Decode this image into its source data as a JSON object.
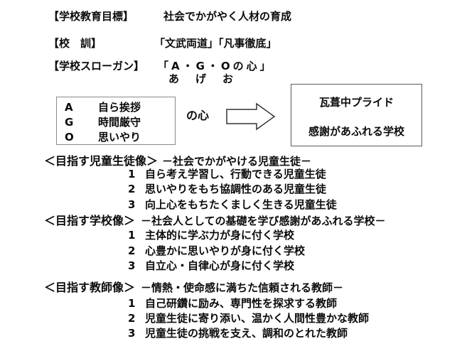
{
  "page": {
    "background": "#ffffff",
    "text_color": "#0b0b0b",
    "box_border_color": "#5a5a5a"
  },
  "header": {
    "goal_label": "【学校教育目標】",
    "goal_value": "社会でかがやく人材の育成",
    "motto_label": "【校　訓】",
    "motto_value": "「文武両道」「凡事徹底」",
    "slogan_label": "【学校スローガン】",
    "slogan_value": "「A・G・Oの心」",
    "slogan_ruby": "あ　げ　お"
  },
  "ago_box": {
    "items": [
      {
        "letter": "A",
        "meaning": "自ら挨拶"
      },
      {
        "letter": "G",
        "meaning": "時間厳守"
      },
      {
        "letter": "O",
        "meaning": "思いやり"
      }
    ],
    "suffix": "の心"
  },
  "icons": {
    "arrow": "block-arrow-right"
  },
  "pride_box": {
    "line1": "瓦葺中プライド",
    "line2": "感謝があふれる学校"
  },
  "sections": [
    {
      "title": "＜目指す児童生徒像＞",
      "subtitle": "－社会でかがやける児童生徒－",
      "items": [
        {
          "num": "1",
          "text": "自ら考え学習し、行動できる児童生徒"
        },
        {
          "num": "2",
          "text": "思いやりをもち協調性のある児童生徒"
        },
        {
          "num": "3",
          "text": "向上心をもちたくましく生きる児童生徒"
        }
      ]
    },
    {
      "title": "＜目指す学校像＞",
      "subtitle": "－社会人としての基礎を学び感謝があふれる学校－",
      "items": [
        {
          "num": "1",
          "text": "主体的に学ぶ力が身に付く学校"
        },
        {
          "num": "2",
          "text": "心豊かに思いやりが身に付く学校"
        },
        {
          "num": "3",
          "text": "自立心・自律心が身に付く学校"
        }
      ]
    },
    {
      "title": "＜目指す教師像＞",
      "subtitle": "－情熱・使命感に満ちた信頼される教師－",
      "items": [
        {
          "num": "1",
          "text": "自己研鑽に励み、専門性を探求する教師"
        },
        {
          "num": "2",
          "text": "児童生徒に寄り添い、温かく人間性豊かな教師"
        },
        {
          "num": "3",
          "text": "児童生徒の挑戦を支え、調和のとれた教師"
        }
      ]
    }
  ]
}
